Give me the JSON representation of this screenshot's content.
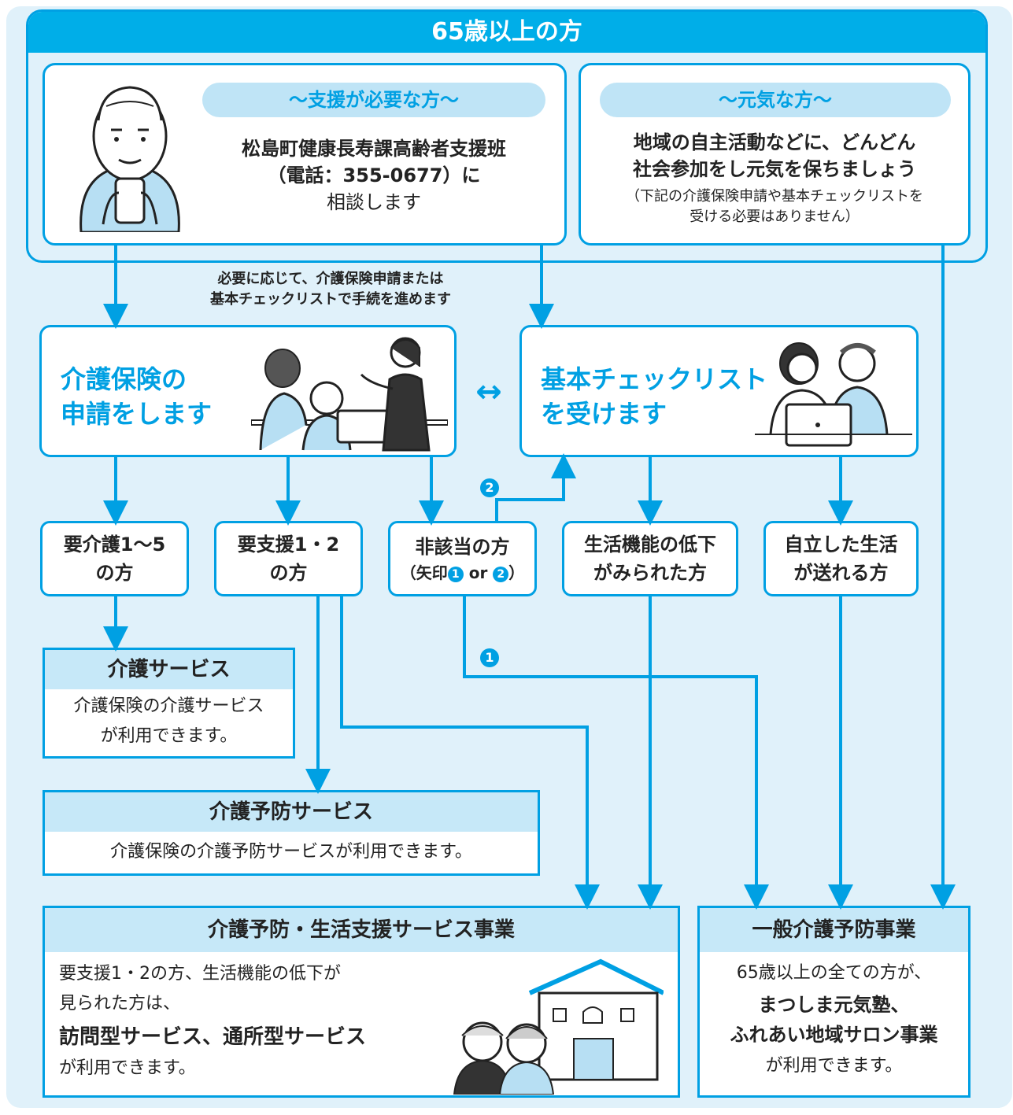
{
  "header": {
    "title": "65歳以上の方"
  },
  "support_needed": {
    "pill": "〜支援が必要な方〜",
    "line1": "松島町健康長寿課高齢者支援班",
    "line2": "（電話：355-0677）に",
    "line3": "相談します"
  },
  "healthy": {
    "pill": "〜元気な方〜",
    "line1": "地域の自主活動などに、どんどん",
    "line2": "社会参加をし元気を保ちましょう",
    "note1": "（下記の介護保険申請や基本チェックリストを",
    "note2": "受ける必要はありません）"
  },
  "connector_note": {
    "line1": "必要に応じて、介護保険申請または",
    "line2": "基本チェックリストで手続を進めます"
  },
  "insurance_app": {
    "line1": "介護保険の",
    "line2": "申請をします"
  },
  "checklist": {
    "line1": "基本チェックリスト",
    "line2": "を受けます"
  },
  "double_arrow": "↔",
  "outcomes": {
    "care": {
      "line1": "要介護1〜5",
      "line2": "の方"
    },
    "support": {
      "line1": "要支援1・2",
      "line2": "の方"
    },
    "not_applicable": {
      "line1": "非該当の方",
      "line2_a": "（矢印",
      "marker1": "1",
      "or": " or ",
      "marker2": "2",
      "line2_b": "）"
    },
    "decline": {
      "line1": "生活機能の低下",
      "line2": "がみられた方"
    },
    "independent": {
      "line1": "自立した生活",
      "line2": "が送れる方"
    }
  },
  "markers": {
    "m1": "1",
    "m2": "2"
  },
  "care_service": {
    "title": "介護サービス",
    "line1": "介護保険の介護サービス",
    "line2": "が利用できます。"
  },
  "prevention_service": {
    "title": "介護予防サービス",
    "line1": "介護保険の介護予防サービスが利用できます。"
  },
  "life_support": {
    "title": "介護予防・生活支援サービス事業",
    "line1": "要支援1・2の方、生活機能の低下が",
    "line2": "見られた方は、",
    "line3": "訪問型サービス、通所型サービス",
    "line4": "が利用できます。"
  },
  "general_prevention": {
    "title": "一般介護予防事業",
    "line1": "65歳以上の全ての方が、",
    "line2": "まつしま元気塾、",
    "line3": "ふれあい地域サロン事業",
    "line4": "が利用できます。"
  },
  "colors": {
    "accent": "#00a0e3",
    "header_bg": "#00aee8",
    "light_bg": "#e0f1fa",
    "pill_bg": "#bfe4f6"
  }
}
